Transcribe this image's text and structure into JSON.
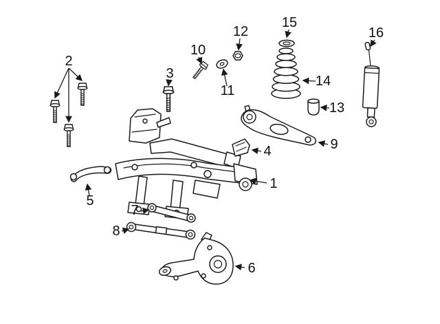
{
  "diagram": {
    "type": "exploded-parts-diagram",
    "background": "#ffffff",
    "line_color": "#1a1a1a",
    "callouts": [
      {
        "label": "1",
        "part": "subframe-crossmember"
      },
      {
        "label": "2",
        "part": "mounting-bolts"
      },
      {
        "label": "3",
        "part": "bolt"
      },
      {
        "label": "4",
        "part": "small-bracket"
      },
      {
        "label": "5",
        "part": "front-lateral-arm"
      },
      {
        "label": "6",
        "part": "knuckle"
      },
      {
        "label": "7",
        "part": "upper-lateral-link"
      },
      {
        "label": "8",
        "part": "lower-lateral-link"
      },
      {
        "label": "9",
        "part": "rear-lower-control-arm"
      },
      {
        "label": "10",
        "part": "bolt"
      },
      {
        "label": "11",
        "part": "washer"
      },
      {
        "label": "12",
        "part": "nut"
      },
      {
        "label": "13",
        "part": "bump-stop"
      },
      {
        "label": "14",
        "part": "coil-spring"
      },
      {
        "label": "15",
        "part": "spring-seat"
      },
      {
        "label": "16",
        "part": "shock-absorber"
      }
    ]
  }
}
